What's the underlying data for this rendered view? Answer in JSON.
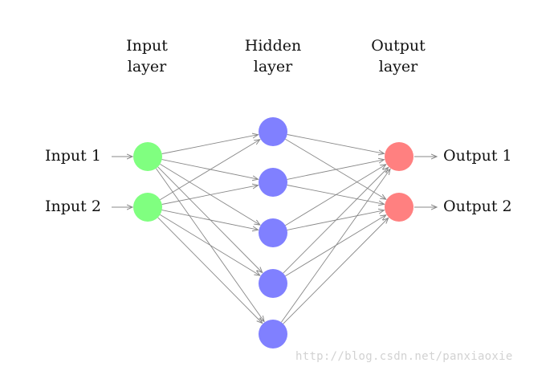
{
  "layers": {
    "input": {
      "line1": "Input",
      "line2": "layer"
    },
    "hidden": {
      "line1": "Hidden",
      "line2": "layer"
    },
    "output": {
      "line1": "Output",
      "line2": "layer"
    }
  },
  "io_labels": {
    "inputs": [
      "Input 1",
      "Input 2"
    ],
    "outputs": [
      "Output 1",
      "Output 2"
    ]
  },
  "network": {
    "input_count": 2,
    "hidden_count": 5,
    "output_count": 2,
    "fully_connected": true
  },
  "colors": {
    "input_node": "#80ff80",
    "hidden_node": "#8080ff",
    "output_node": "#ff8080",
    "edge": "#888888",
    "text": "#111111",
    "watermark": "#d2d2d2"
  },
  "watermark": "http://blog.csdn.net/panxiaoxie"
}
